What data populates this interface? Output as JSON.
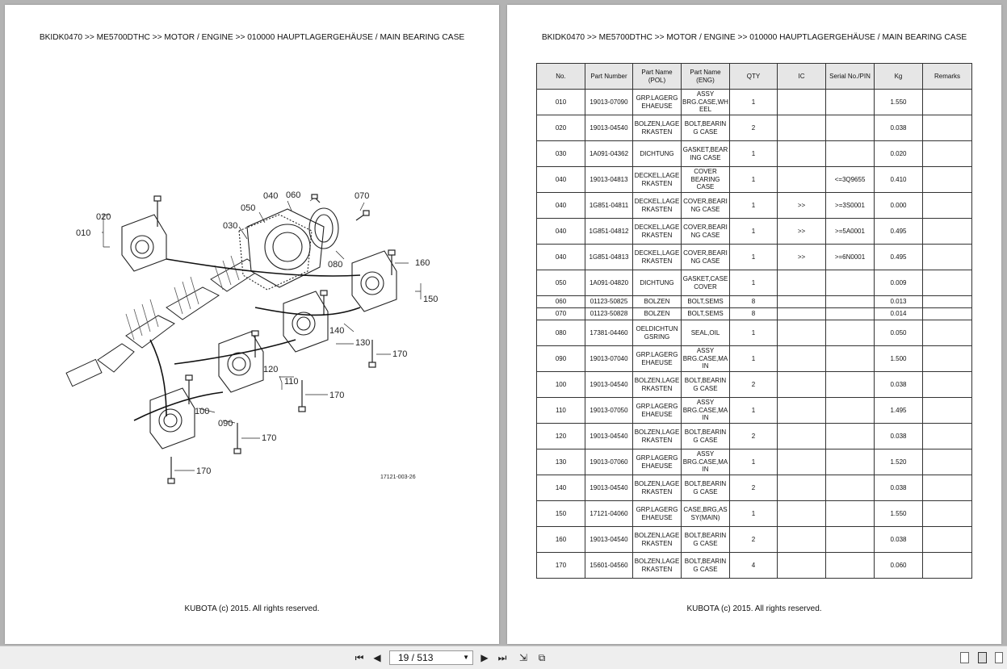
{
  "breadcrumb": "BKIDK0470 >> ME5700DTHC >> MOTOR / ENGINE >> 010000   HAUPTLAGERGEHÄUSE / MAIN BEARING CASE",
  "copyright": "KUBOTA (c) 2015. All rights reserved.",
  "diagram": {
    "figure_number": "17121-003-26",
    "callouts": [
      "010",
      "020",
      "030",
      "040",
      "050",
      "060",
      "070",
      "080",
      "090",
      "100",
      "110",
      "120",
      "130",
      "140",
      "150",
      "160",
      "170"
    ]
  },
  "table": {
    "headers": [
      "No.",
      "Part Number",
      "Part Name (POL)",
      "Part Name (ENG)",
      "QTY",
      "IC",
      "Serial No./PIN",
      "Kg",
      "Remarks"
    ],
    "rows": [
      [
        "010",
        "19013-07090",
        "GRP.LAGERGEHAEUSE",
        "ASSY BRG.CASE,WHEEL",
        "1",
        "",
        "",
        "1.550",
        ""
      ],
      [
        "020",
        "19013-04540",
        "BOLZEN,LAGERKASTEN",
        "BOLT,BEARING CASE",
        "2",
        "",
        "",
        "0.038",
        ""
      ],
      [
        "030",
        "1A091-04362",
        "DICHTUNG",
        "GASKET,BEARING CASE",
        "1",
        "",
        "",
        "0.020",
        ""
      ],
      [
        "040",
        "19013-04813",
        "DECKEL,LAGERKASTEN",
        "COVER BEARING CASE",
        "1",
        "",
        "<=3Q9655",
        "0.410",
        ""
      ],
      [
        "040",
        "1G851-04811",
        "DECKEL,LAGERKASTEN",
        "COVER,BEARING CASE",
        "1",
        ">>",
        ">=3S0001",
        "0.000",
        ""
      ],
      [
        "040",
        "1G851-04812",
        "DECKEL,LAGERKASTEN",
        "COVER,BEARING CASE",
        "1",
        ">>",
        ">=5A0001",
        "0.495",
        ""
      ],
      [
        "040",
        "1G851-04813",
        "DECKEL,LAGERKASTEN",
        "COVER,BEARING CASE",
        "1",
        ">>",
        ">=6N0001",
        "0.495",
        ""
      ],
      [
        "050",
        "1A091-04820",
        "DICHTUNG",
        "GASKET,CASE COVER",
        "1",
        "",
        "",
        "0.009",
        ""
      ],
      [
        "060",
        "01123-50825",
        "BOLZEN",
        "BOLT,SEMS",
        "8",
        "",
        "",
        "0.013",
        ""
      ],
      [
        "070",
        "01123-50828",
        "BOLZEN",
        "BOLT,SEMS",
        "8",
        "",
        "",
        "0.014",
        ""
      ],
      [
        "080",
        "17381-04460",
        "OELDICHTUNGSRING",
        "SEAL,OIL",
        "1",
        "",
        "",
        "0.050",
        ""
      ],
      [
        "090",
        "19013-07040",
        "GRP.LAGERGEHAEUSE",
        "ASSY BRG.CASE,MAIN",
        "1",
        "",
        "",
        "1.500",
        ""
      ],
      [
        "100",
        "19013-04540",
        "BOLZEN,LAGERKASTEN",
        "BOLT,BEARING CASE",
        "2",
        "",
        "",
        "0.038",
        ""
      ],
      [
        "110",
        "19013-07050",
        "GRP.LAGERGEHAEUSE",
        "ASSY BRG.CASE,MAIN",
        "1",
        "",
        "",
        "1.495",
        ""
      ],
      [
        "120",
        "19013-04540",
        "BOLZEN,LAGERKASTEN",
        "BOLT,BEARING CASE",
        "2",
        "",
        "",
        "0.038",
        ""
      ],
      [
        "130",
        "19013-07060",
        "GRP.LAGERGEHAEUSE",
        "ASSY BRG.CASE,MAIN",
        "1",
        "",
        "",
        "1.520",
        ""
      ],
      [
        "140",
        "19013-04540",
        "BOLZEN,LAGERKASTEN",
        "BOLT,BEARING CASE",
        "2",
        "",
        "",
        "0.038",
        ""
      ],
      [
        "150",
        "17121-04060",
        "GRP.LAGERGEHAEUSE",
        "CASE,BRG,ASSY(MAIN)",
        "1",
        "",
        "",
        "1.550",
        ""
      ],
      [
        "160",
        "19013-04540",
        "BOLZEN,LAGERKASTEN",
        "BOLT,BEARING CASE",
        "2",
        "",
        "",
        "0.038",
        ""
      ],
      [
        "170",
        "15601-04560",
        "BOLZEN,LAGERKASTEN",
        "BOLT,BEARING CASE",
        "4",
        "",
        "",
        "0.060",
        ""
      ]
    ]
  },
  "toolbar": {
    "page_indicator": "19 / 513",
    "icons": [
      "first-page-icon",
      "prev-page-icon",
      "next-page-icon",
      "last-page-icon",
      "fit-page-icon",
      "fit-width-icon",
      "single-page-view-icon",
      "facing-view-icon",
      "continuous-view-icon"
    ]
  }
}
